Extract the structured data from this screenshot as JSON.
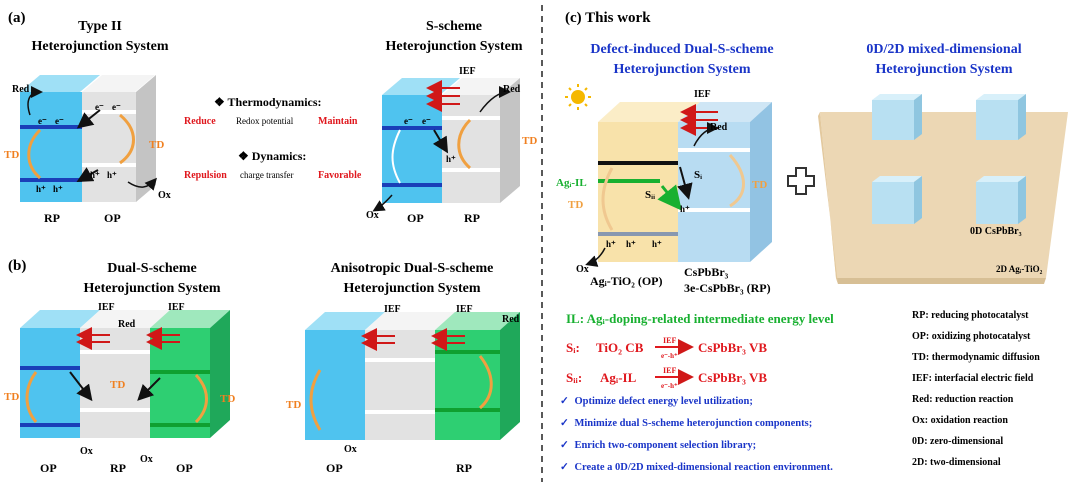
{
  "panel_a": {
    "label": "(a)",
    "type2_title_1": "Type II",
    "type2_title_2": "Heterojunction System",
    "sscheme_title_1": "S-scheme",
    "sscheme_title_2": "Heterojunction System",
    "thermo_title": "Thermodynamics:",
    "reduce": "Reduce",
    "redox_potential": "Redox potential",
    "maintain": "Maintain",
    "dynamics_title": "Dynamics:",
    "repulsion": "Repulsion",
    "charge_transfer": "charge transfer",
    "favorable": "Favorable",
    "rp": "RP",
    "op": "OP",
    "td": "TD",
    "red": "Red",
    "ox": "Ox",
    "ief": "IEF",
    "e": "e⁻",
    "h": "h⁺"
  },
  "panel_b": {
    "label": "(b)",
    "dual_title_1": "Dual-S-scheme",
    "dual_title_2": "Heterojunction System",
    "aniso_title_1": "Anisotropic Dual-S-scheme",
    "aniso_title_2": "Heterojunction System",
    "op": "OP",
    "rp": "RP",
    "op_right": "OP"
  },
  "panel_c": {
    "label": "(c) This work",
    "defect_title_1": "Defect-induced Dual-S-scheme",
    "defect_title_2": "Heterojunction System",
    "mixed_title_1": "0D/2D mixed-dimensional",
    "mixed_title_2": "Heterojunction System",
    "agil": "Agᵢ-IL",
    "s1": "Sᵢ",
    "s2": "Sᵢᵢ",
    "op_label": "Agᵢ-TiO₂ (OP)",
    "rp_label_1": "CsPbBr₃",
    "rp_label_2": "3e-CsPbBr₃ (RP)",
    "plus": "+",
    "cube_label": "0D CsPbBr₃",
    "sheet_label": "2D Agᵢ-TiO₂",
    "il_line": "IL: Agᵢ-doping-related intermediate energy level",
    "s1_path": {
      "name": "Sᵢ:",
      "from": "TiO₂ CB",
      "arrow_top": "IEF",
      "arrow_bottom": "e⁻-h⁺",
      "to": "CsPbBr₃ VB"
    },
    "s2_path": {
      "name": "Sᵢᵢ:",
      "from": "Agᵢ-IL",
      "arrow_top": "IEF",
      "arrow_bottom": "e⁻-h⁺",
      "to": "CsPbBr₃ VB"
    },
    "bullets": [
      "Optimize defect energy level utilization;",
      "Minimize dual S-scheme heterojunction components;",
      "Enrich two-component selection library;",
      "Create a 0D/2D mixed-dimensional reaction environment."
    ],
    "glossary": [
      "RP: reducing photocatalyst",
      "OP: oxidizing photocatalyst",
      "TD: thermodynamic diffusion",
      "IEF: interfacial electric field",
      "Red: reduction reaction",
      "Ox: oxidation reaction",
      "0D: zero-dimensional",
      "2D: two-dimensional"
    ]
  },
  "colors": {
    "rp_blue": "#4fc3ef",
    "op_gray": "#e4e4e4",
    "green": "#2ecf72",
    "red_text": "#e0181e",
    "blue_text": "#1a35c8",
    "td_orange": "#f0a040"
  }
}
